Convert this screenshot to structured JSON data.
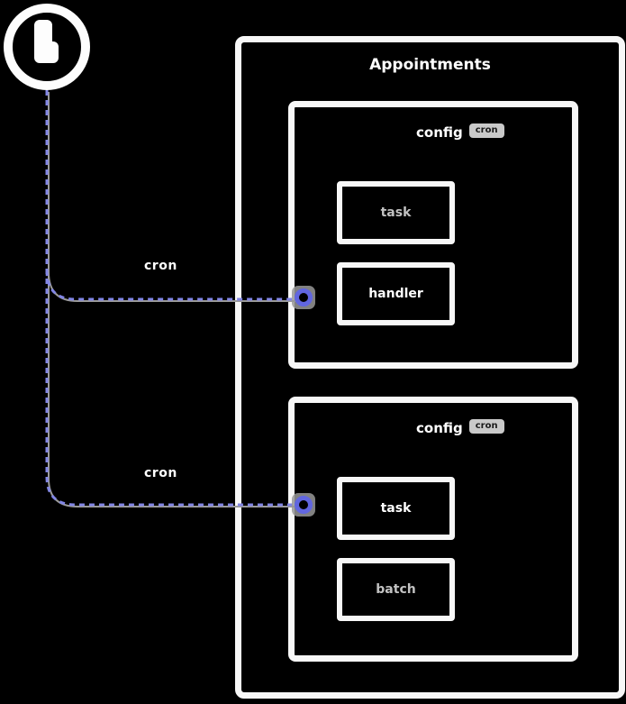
{
  "diagram": {
    "trigger": {
      "icon": "clock-trigger-icon"
    },
    "board": {
      "title": "Appointments"
    },
    "edges": [
      {
        "label": "cron"
      },
      {
        "label": "cron"
      }
    ],
    "cards": [
      {
        "title": "config",
        "badge": "cron",
        "fields": [
          {
            "text": "task",
            "tone": "muted"
          },
          {
            "text": "handler",
            "tone": "normal"
          }
        ]
      },
      {
        "title": "config",
        "badge": "cron",
        "fields": [
          {
            "text": "task",
            "tone": "normal"
          },
          {
            "text": "batch",
            "tone": "muted"
          }
        ]
      }
    ],
    "colors": {
      "background": "#000000",
      "foreground": "#f7f7f7",
      "edge": "#8286e5",
      "edge_shadow": "#9a9a9a",
      "port": "#6166e0",
      "muted_text": "#c2c2c2",
      "badge": "#c9c9c9"
    }
  }
}
